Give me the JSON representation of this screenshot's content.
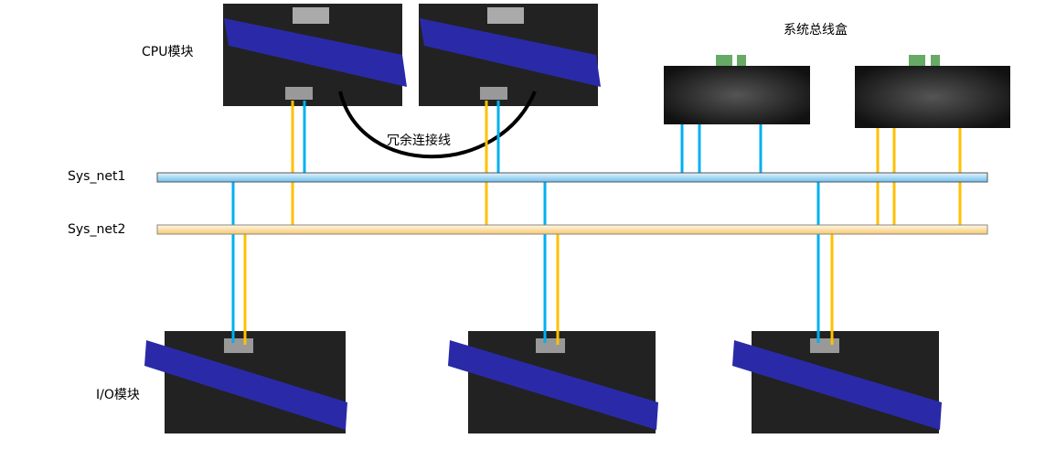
{
  "labels": {
    "cpu": "CPU模块",
    "bus_box": "系统总线盒",
    "net1": "Sys_net1",
    "net2": "Sys_net2",
    "redundant": "冗余连接线",
    "io": "I/O模块"
  },
  "colors": {
    "net1": "#00b0f0",
    "net2": "#ffc000",
    "device": "#1e1e1e",
    "brand": "#2a2aa8"
  }
}
